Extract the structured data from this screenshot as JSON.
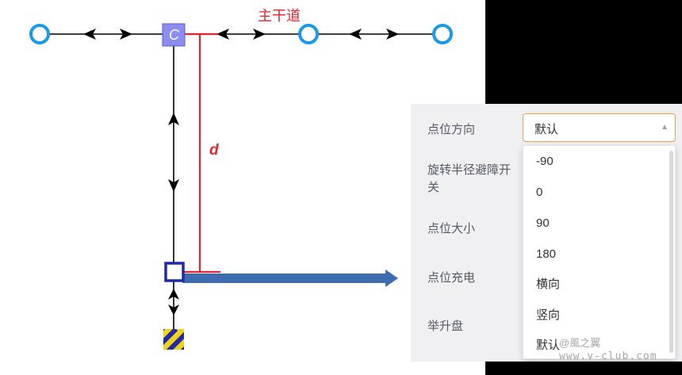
{
  "diagram": {
    "main_road_label": "主干道",
    "distance_label": "d",
    "station_label": "C"
  },
  "form": {
    "labels": [
      "点位方向",
      "旋转半径避障开关",
      "点位大小",
      "点位充电",
      "举升盘"
    ]
  },
  "select": {
    "value": "默认",
    "arrow_icon": "caret-up-icon",
    "options": [
      "-90",
      "0",
      "90",
      "180",
      "横向",
      "竖向",
      "默认"
    ]
  },
  "watermark": {
    "line1": "@風之翼",
    "line2": "www.v-club.com"
  },
  "colors": {
    "node_blue": "#1a9be8",
    "road_red": "#e8232b",
    "route_blue": "#3d6cb0",
    "select_border": "#f0a24a",
    "marker_navy": "#1f2aa6",
    "station_fill": "#8d8df0"
  }
}
